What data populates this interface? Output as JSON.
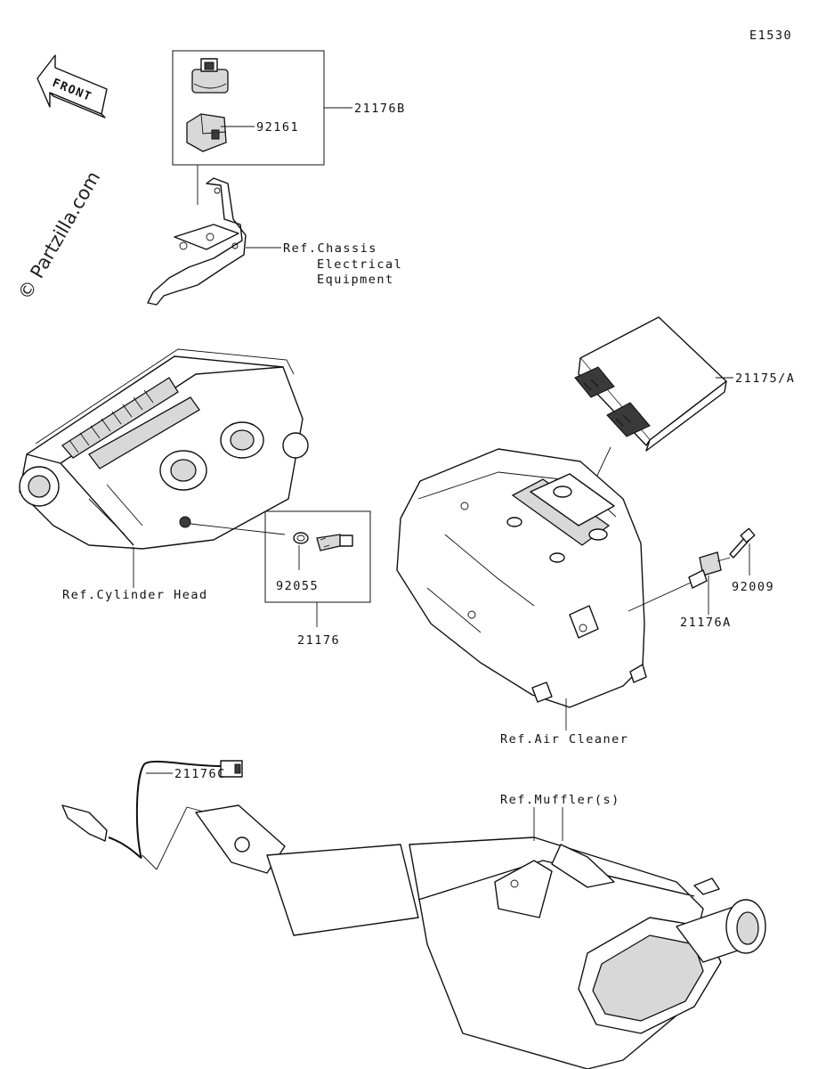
{
  "diagram_code": "E1530",
  "watermark": "© Partzilla.com",
  "front_label": "FRONT",
  "labels": {
    "p21176B": "21176B",
    "p92161": "92161",
    "ref_chassis_1": "Ref.Chassis",
    "ref_chassis_2": "Electrical",
    "ref_chassis_3": "Equipment",
    "p21175A": "21175/A",
    "ref_cylinder_head": "Ref.Cylinder Head",
    "p92055": "92055",
    "p21176": "21176",
    "p92009": "92009",
    "p21176A": "21176A",
    "ref_air_cleaner": "Ref.Air Cleaner",
    "p21176C": "21176C",
    "ref_mufflers": "Ref.Muffler(s)"
  }
}
